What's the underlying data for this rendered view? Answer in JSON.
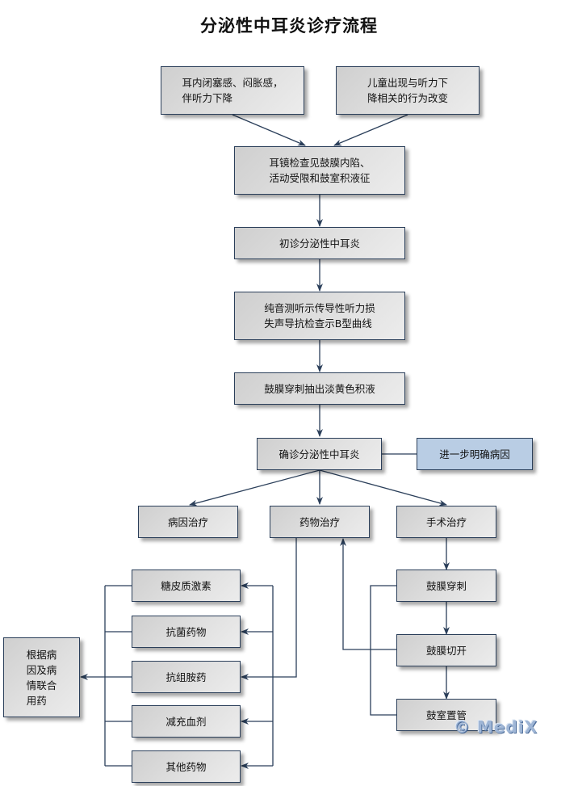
{
  "title": "分泌性中耳炎诊疗流程",
  "nodes": {
    "symptom_adult": "耳内闭塞感、闷胀感，\n伴听力下降",
    "symptom_child": "儿童出现与听力下\n降相关的行为改变",
    "otoscopy": "耳镜检查见鼓膜内陷、\n活动受限和鼓室积液征",
    "initial_diagnosis": "初诊分泌性中耳炎",
    "audiometry": "纯音测听示传导性听力损\n失声导抗检查示B型曲线",
    "tympanocentesis_fluid": "鼓膜穿刺抽出淡黄色积液",
    "confirmed_diagnosis": "确诊分泌性中耳炎",
    "further_cause": "进一步明确病因",
    "etiologic_treatment": "病因治疗",
    "drug_treatment": "药物治疗",
    "surgical_treatment": "手术治疗",
    "drugs": [
      "糖皮质激素",
      "抗菌药物",
      "抗组胺药",
      "减充血剂",
      "其他药物"
    ],
    "combined_medication": "根据病\n因及病\n情联合\n用药",
    "surgery_steps": [
      "鼓膜穿刺",
      "鼓膜切开",
      "鼓室置管"
    ]
  },
  "colors": {
    "box_border": "#2b3f5a",
    "connector": "#2b3f5a",
    "highlight_box": "#b9cde4"
  },
  "watermark": "© MediX"
}
